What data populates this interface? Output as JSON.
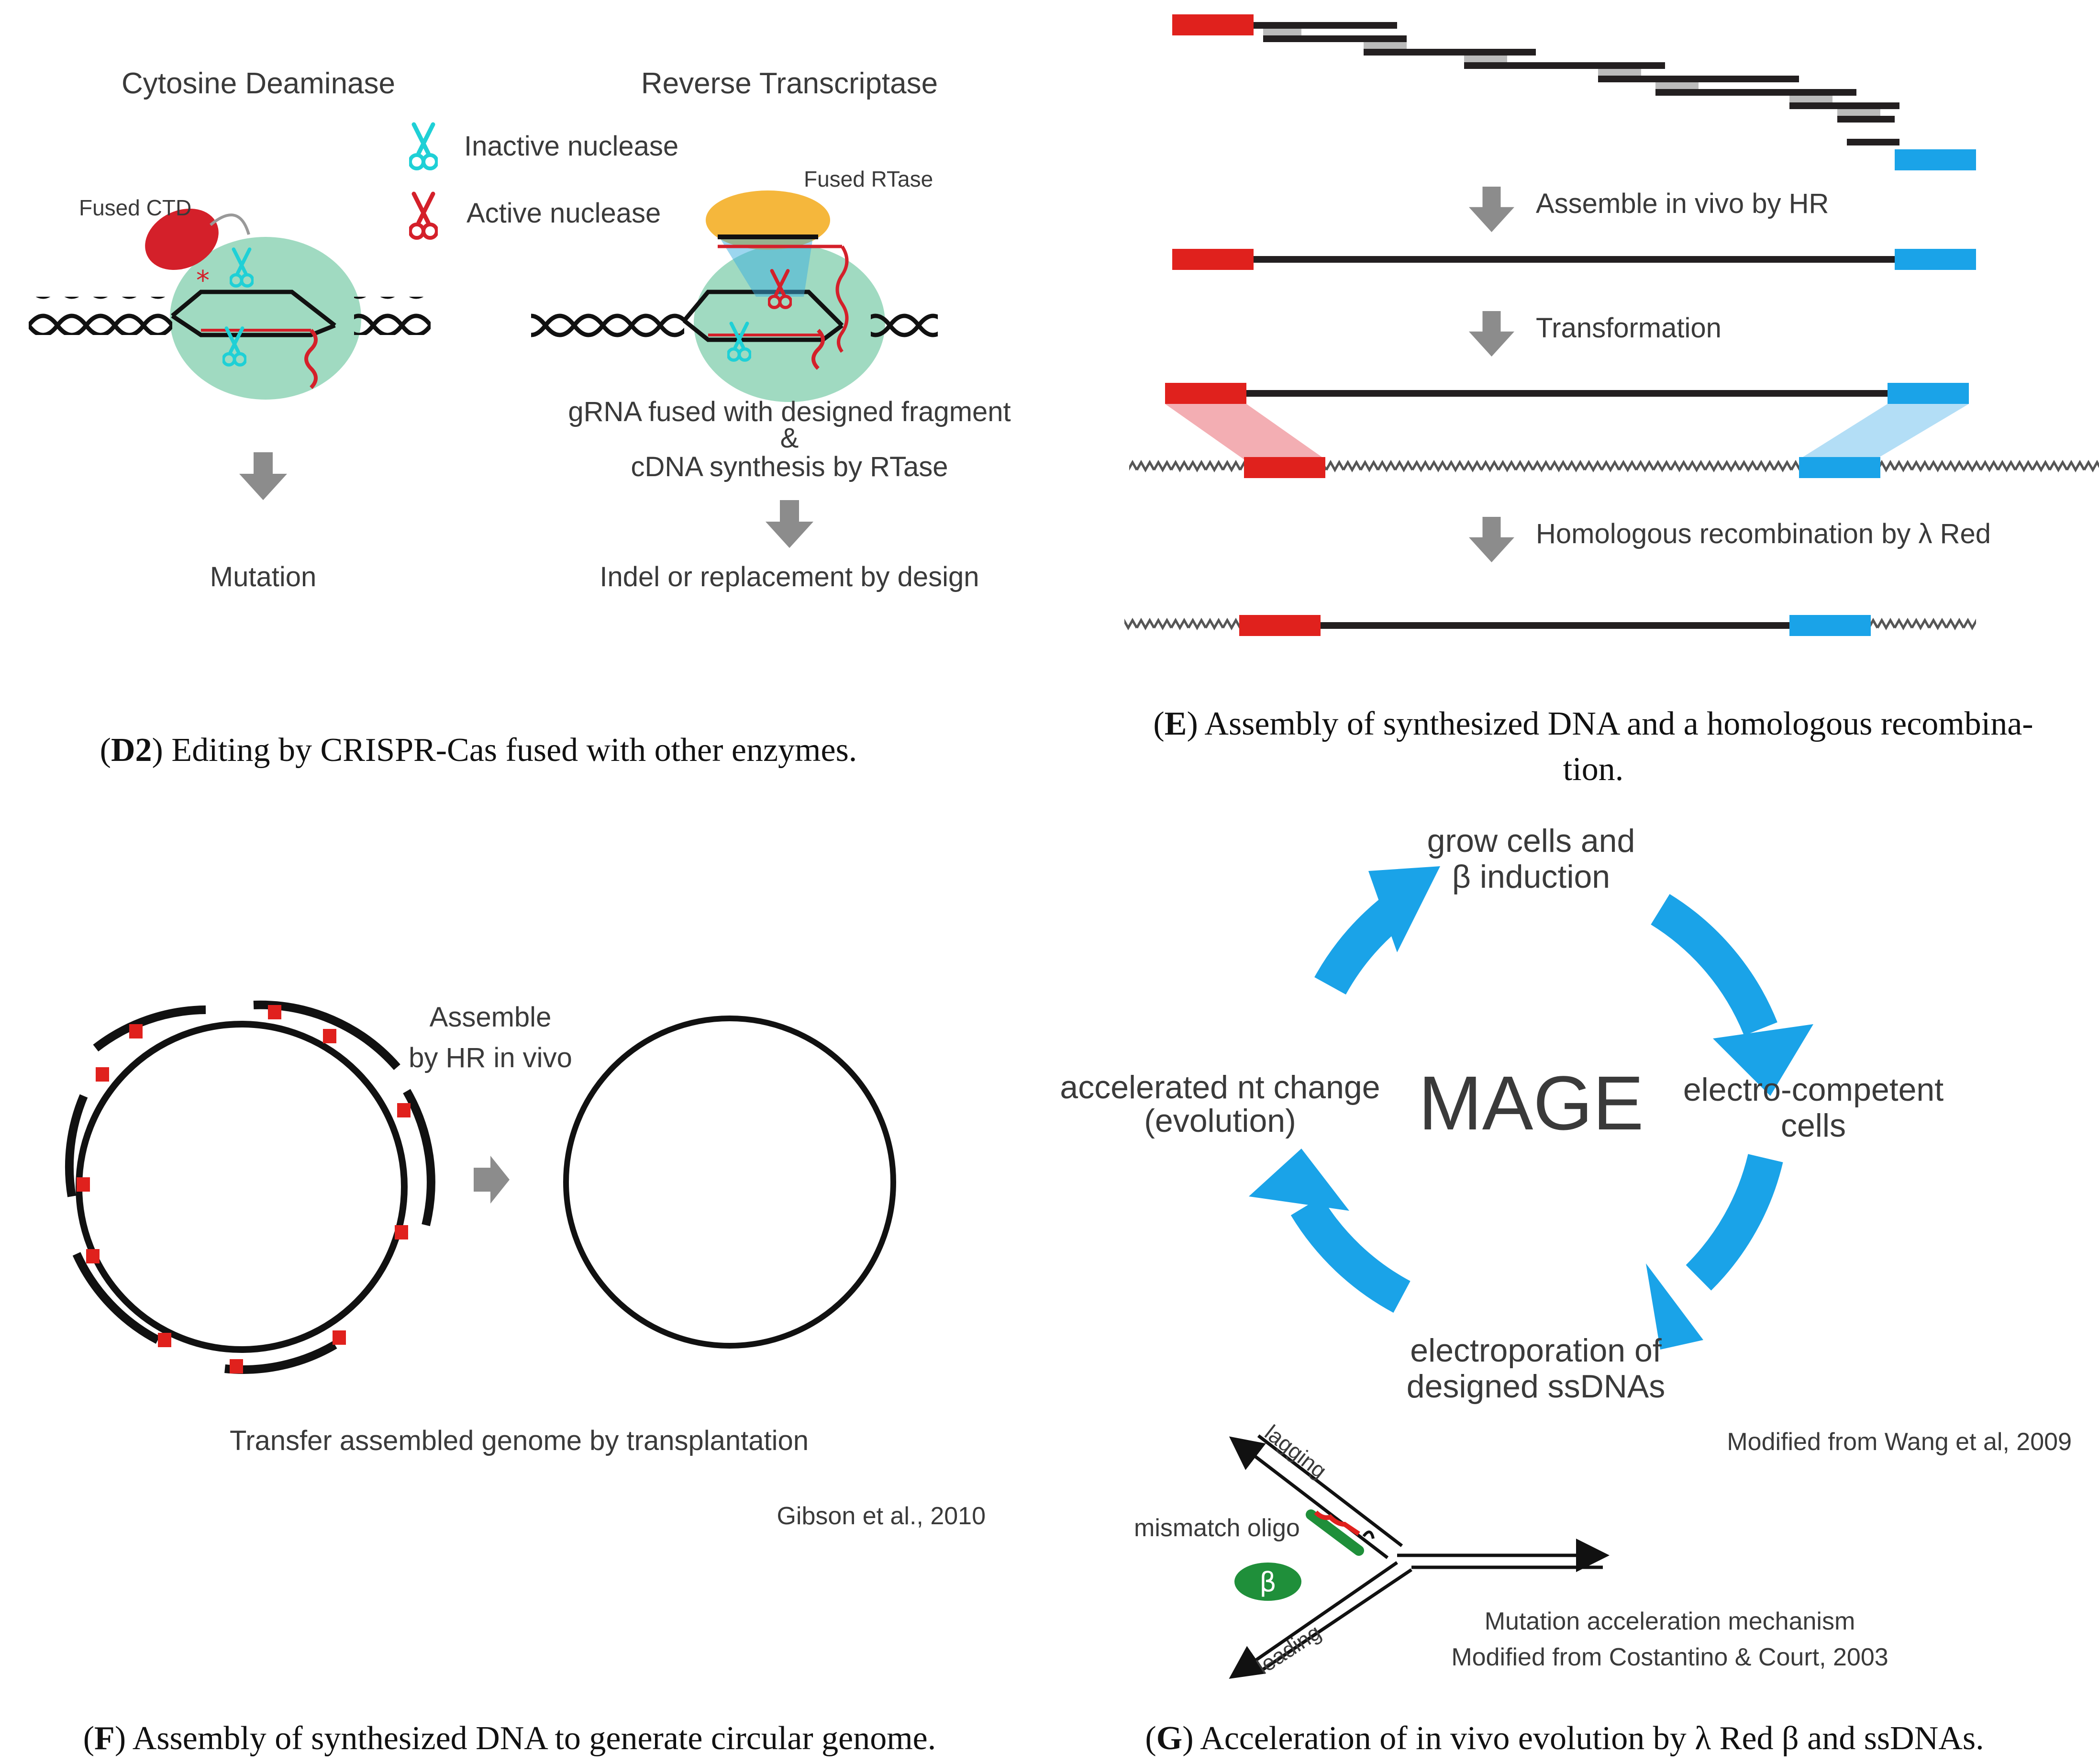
{
  "panels": {
    "d2": {
      "title_cd": "Cytosine Deaminase",
      "title_rt": "Reverse Transcriptase",
      "legend_inactive": "Inactive nuclease",
      "legend_active": "Active nuclease",
      "fused_ctd": "Fused CTD",
      "fused_rtase": "Fused RTase",
      "grna_line1": "gRNA fused with designed fragment",
      "grna_amp": "&",
      "grna_line2": "cDNA synthesis by RTase",
      "result_left": "Mutation",
      "result_right": "Indel or replacement by design",
      "caption_tag": "D2",
      "caption_text": ") Editing by CRISPR-Cas fused with other enzymes."
    },
    "e": {
      "step1": "Assemble in vivo by HR",
      "step2": "Transformation",
      "step3": "Homologous recombination by λ Red",
      "caption_tag": "E",
      "caption_line1": ") Assembly of synthesized DNA and a homologous recombina-",
      "caption_line2": "tion."
    },
    "f": {
      "assemble_line1": "Assemble",
      "assemble_line2": "by HR in vivo",
      "transfer": "Transfer assembled genome by transplantation",
      "citation": "Gibson et al.,  2010",
      "caption_tag": "F",
      "caption_text": ") Assembly of synthesized DNA to generate circular genome."
    },
    "g": {
      "center": "MAGE",
      "top_line1": "grow cells and",
      "top_line2": "β induction",
      "right_line1": "electro-competent",
      "right_line2": "cells",
      "bottom_line1": "electroporation of",
      "bottom_line2": "designed ssDNAs",
      "left_line1": "accelerated nt change",
      "left_line2": "(evolution)",
      "citation_wang": "Modified from Wang et al, 2009",
      "lagging": "lagging",
      "leading": "leading",
      "mismatch": "mismatch oligo",
      "beta": "β",
      "mech_line1": "Mutation acceleration mechanism",
      "mech_line2": "Modified from Costantino & Court, 2003",
      "caption_tag": "G",
      "caption_text": ") Acceleration of in vivo evolution by λ Red β and ssDNAs."
    }
  },
  "colors": {
    "red": "#e0211d",
    "blue": "#1aa3e8",
    "cyan": "#1fd0d6",
    "green_blob": "#8fd3b6",
    "gray_arrow": "#8c8c8c",
    "text": "#3a3a3a",
    "beta_green": "#1f8f3a"
  },
  "icons": {
    "inactive": "scissors-cyan-icon",
    "active": "scissors-red-icon",
    "arrow": "down-arrow-icon"
  }
}
